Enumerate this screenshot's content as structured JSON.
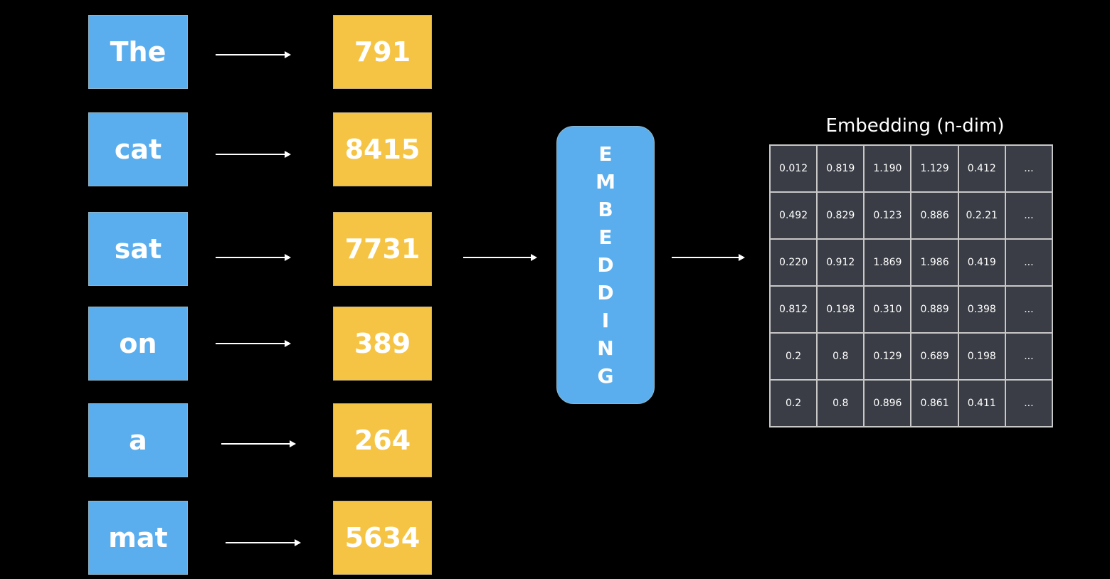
{
  "colors": {
    "background": "#000000",
    "token_box": "#5aaeee",
    "id_box": "#f6c445",
    "matrix_cell": "#3a3d45"
  },
  "tokens": [
    "The",
    "cat",
    "sat",
    "on",
    "a",
    "mat"
  ],
  "token_ids": [
    "791",
    "8415",
    "7731",
    "389",
    "264",
    "5634"
  ],
  "embedding_label_letters": [
    "E",
    "M",
    "B",
    "E",
    "D",
    "D",
    "I",
    "N",
    "G"
  ],
  "matrix": {
    "title": "Embedding (n-dim)",
    "rows": [
      [
        "0.012",
        "0.819",
        "1.190",
        "1.129",
        "0.412",
        "..."
      ],
      [
        "0.492",
        "0.829",
        "0.123",
        "0.886",
        "0.2.21",
        "..."
      ],
      [
        "0.220",
        "0.912",
        "1.869",
        "1.986",
        "0.419",
        "..."
      ],
      [
        "0.812",
        "0.198",
        "0.310",
        "0.889",
        "0.398",
        "..."
      ],
      [
        "0.2",
        "0.8",
        "0.129",
        "0.689",
        "0.198",
        "..."
      ],
      [
        "0.2",
        "0.8",
        "0.896",
        "0.861",
        "0.411",
        "..."
      ]
    ]
  }
}
